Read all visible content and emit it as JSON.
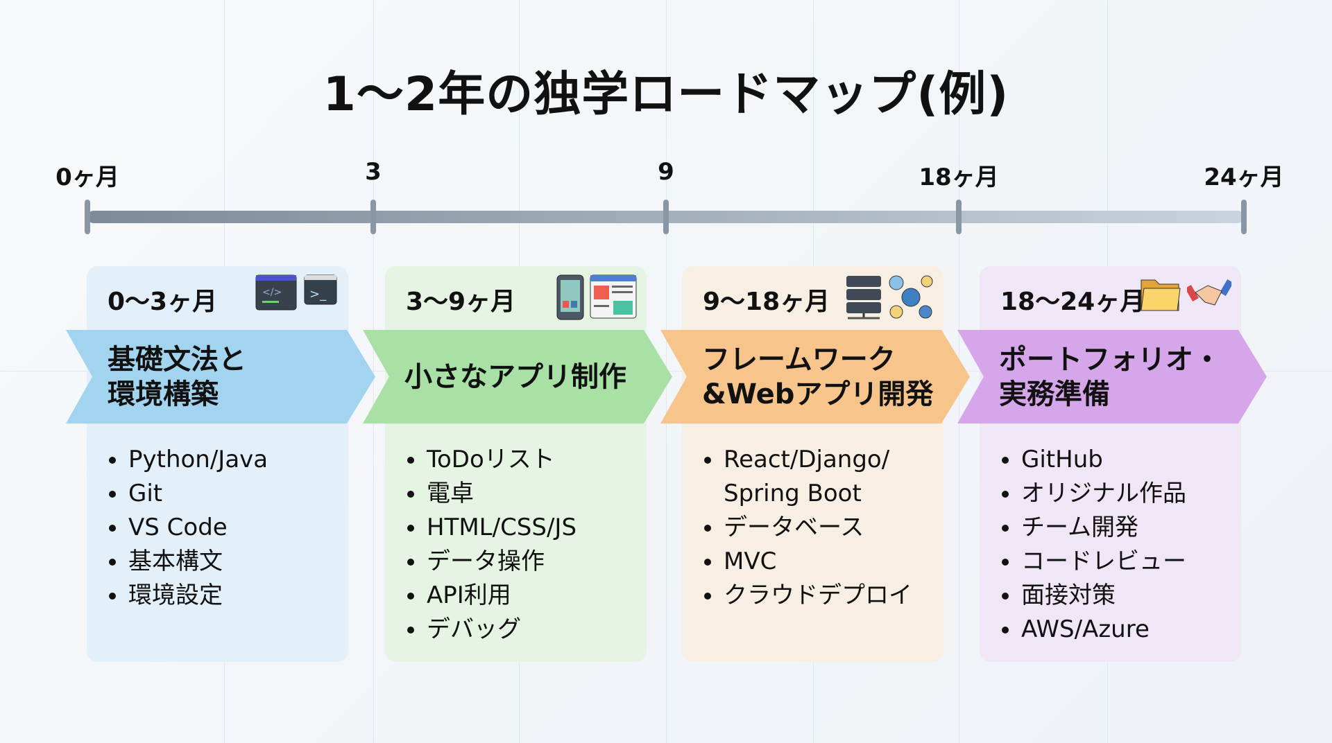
{
  "title": "1〜2年の独学ロードマップ(例)",
  "timeline": {
    "labels": [
      "0ヶ月",
      "3",
      "9",
      "18ヶ月",
      "24ヶ月"
    ]
  },
  "phases": [
    {
      "period": "0〜3ヶ月",
      "heading": "基礎文法と\n環境構築",
      "color": "#a3d4ef",
      "bg": "#e4f0f9",
      "icons": [
        "code-window-icon",
        "terminal-icon"
      ],
      "items": [
        "Python/Java",
        "Git",
        "VS Code",
        "基本構文",
        "環境設定"
      ]
    },
    {
      "period": "3〜9ヶ月",
      "heading": "小さなアプリ制作",
      "color": "#a8e0a6",
      "bg": "#e6f4e4",
      "icons": [
        "smartphone-app-icon",
        "web-page-icon"
      ],
      "items": [
        "ToDoリスト",
        "電卓",
        "HTML/CSS/JS",
        "データ操作",
        "API利用",
        "デバッグ"
      ]
    },
    {
      "period": "9〜18ヶ月",
      "heading": "フレームワーク\n&Webアプリ開発",
      "color": "#f7c48c",
      "bg": "#f8efe4",
      "icons": [
        "server-icon",
        "network-globe-icon"
      ],
      "items": [
        "React/Django/\nSpring Boot",
        "データベース",
        "MVC",
        "クラウドデプロイ"
      ]
    },
    {
      "period": "18〜24ヶ月",
      "heading": "ポートフォリオ・\n実務準備",
      "color": "#d5a6ea",
      "bg": "#efe6f6",
      "icons": [
        "folder-icon",
        "handshake-icon"
      ],
      "items": [
        "GitHub",
        "オリジナル作品",
        "チーム開発",
        "コードレビュー",
        "面接対策",
        "AWS/Azure"
      ]
    }
  ]
}
